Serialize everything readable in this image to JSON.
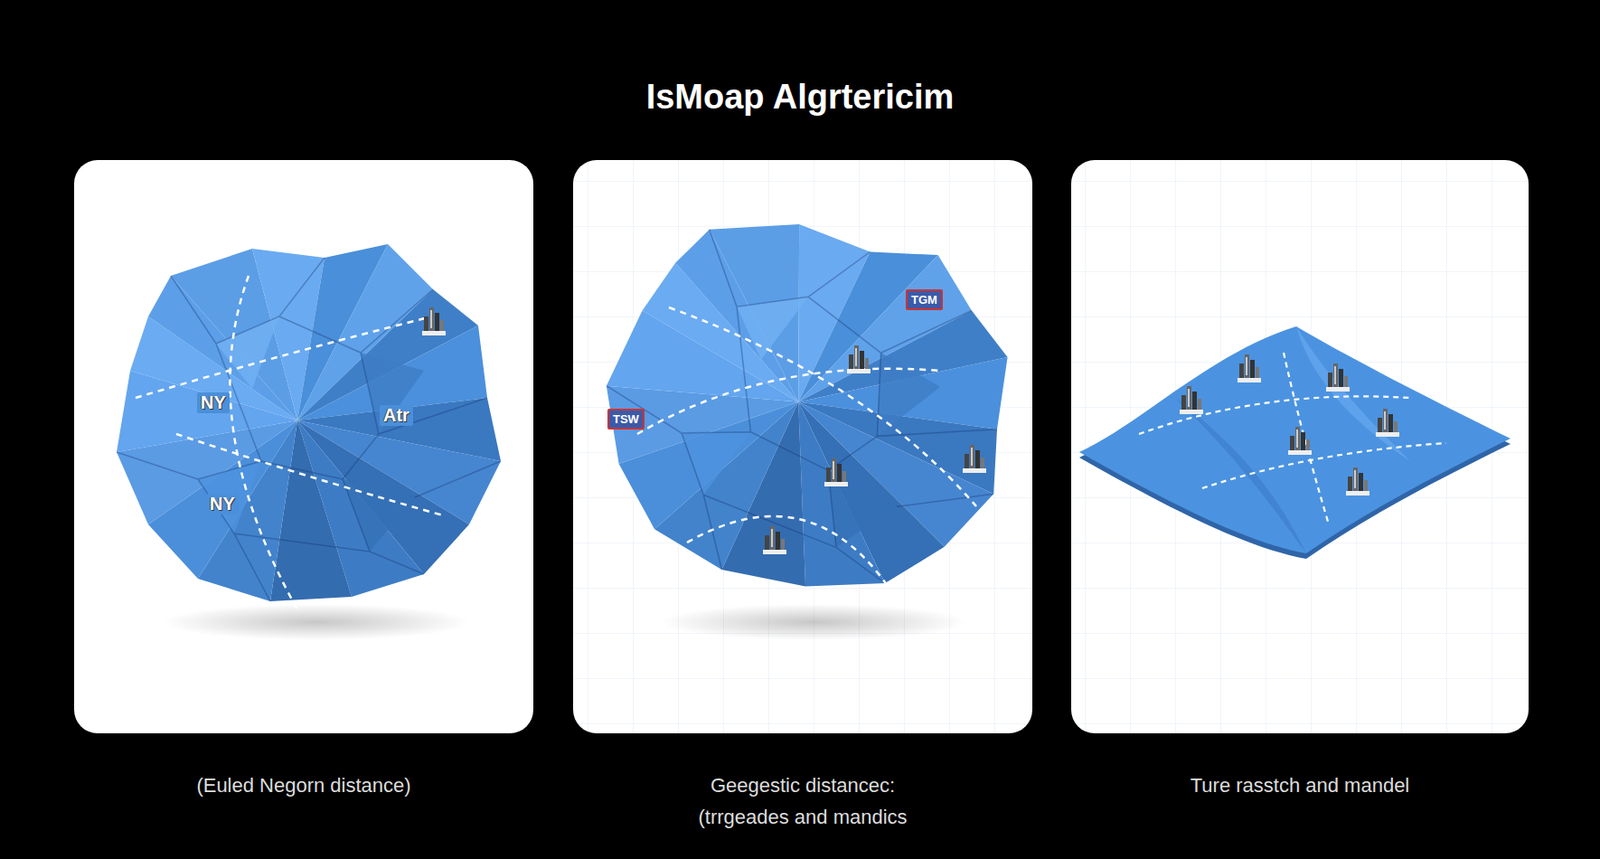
{
  "diagram": {
    "title": "IsMoap Algrtericim",
    "nodes": [
      {
        "text": [
          "(Euled Negorn distance)"
        ]
      },
      {
        "text": [
          "Geegestic distancec: (trrgeades and mandics"
        ]
      },
      {
        "text": [
          "Ture rasstch and mandel"
        ]
      }
    ],
    "labels": [
      "NY",
      "Atr",
      "NY",
      "TGM",
      "TSW"
    ]
  }
}
